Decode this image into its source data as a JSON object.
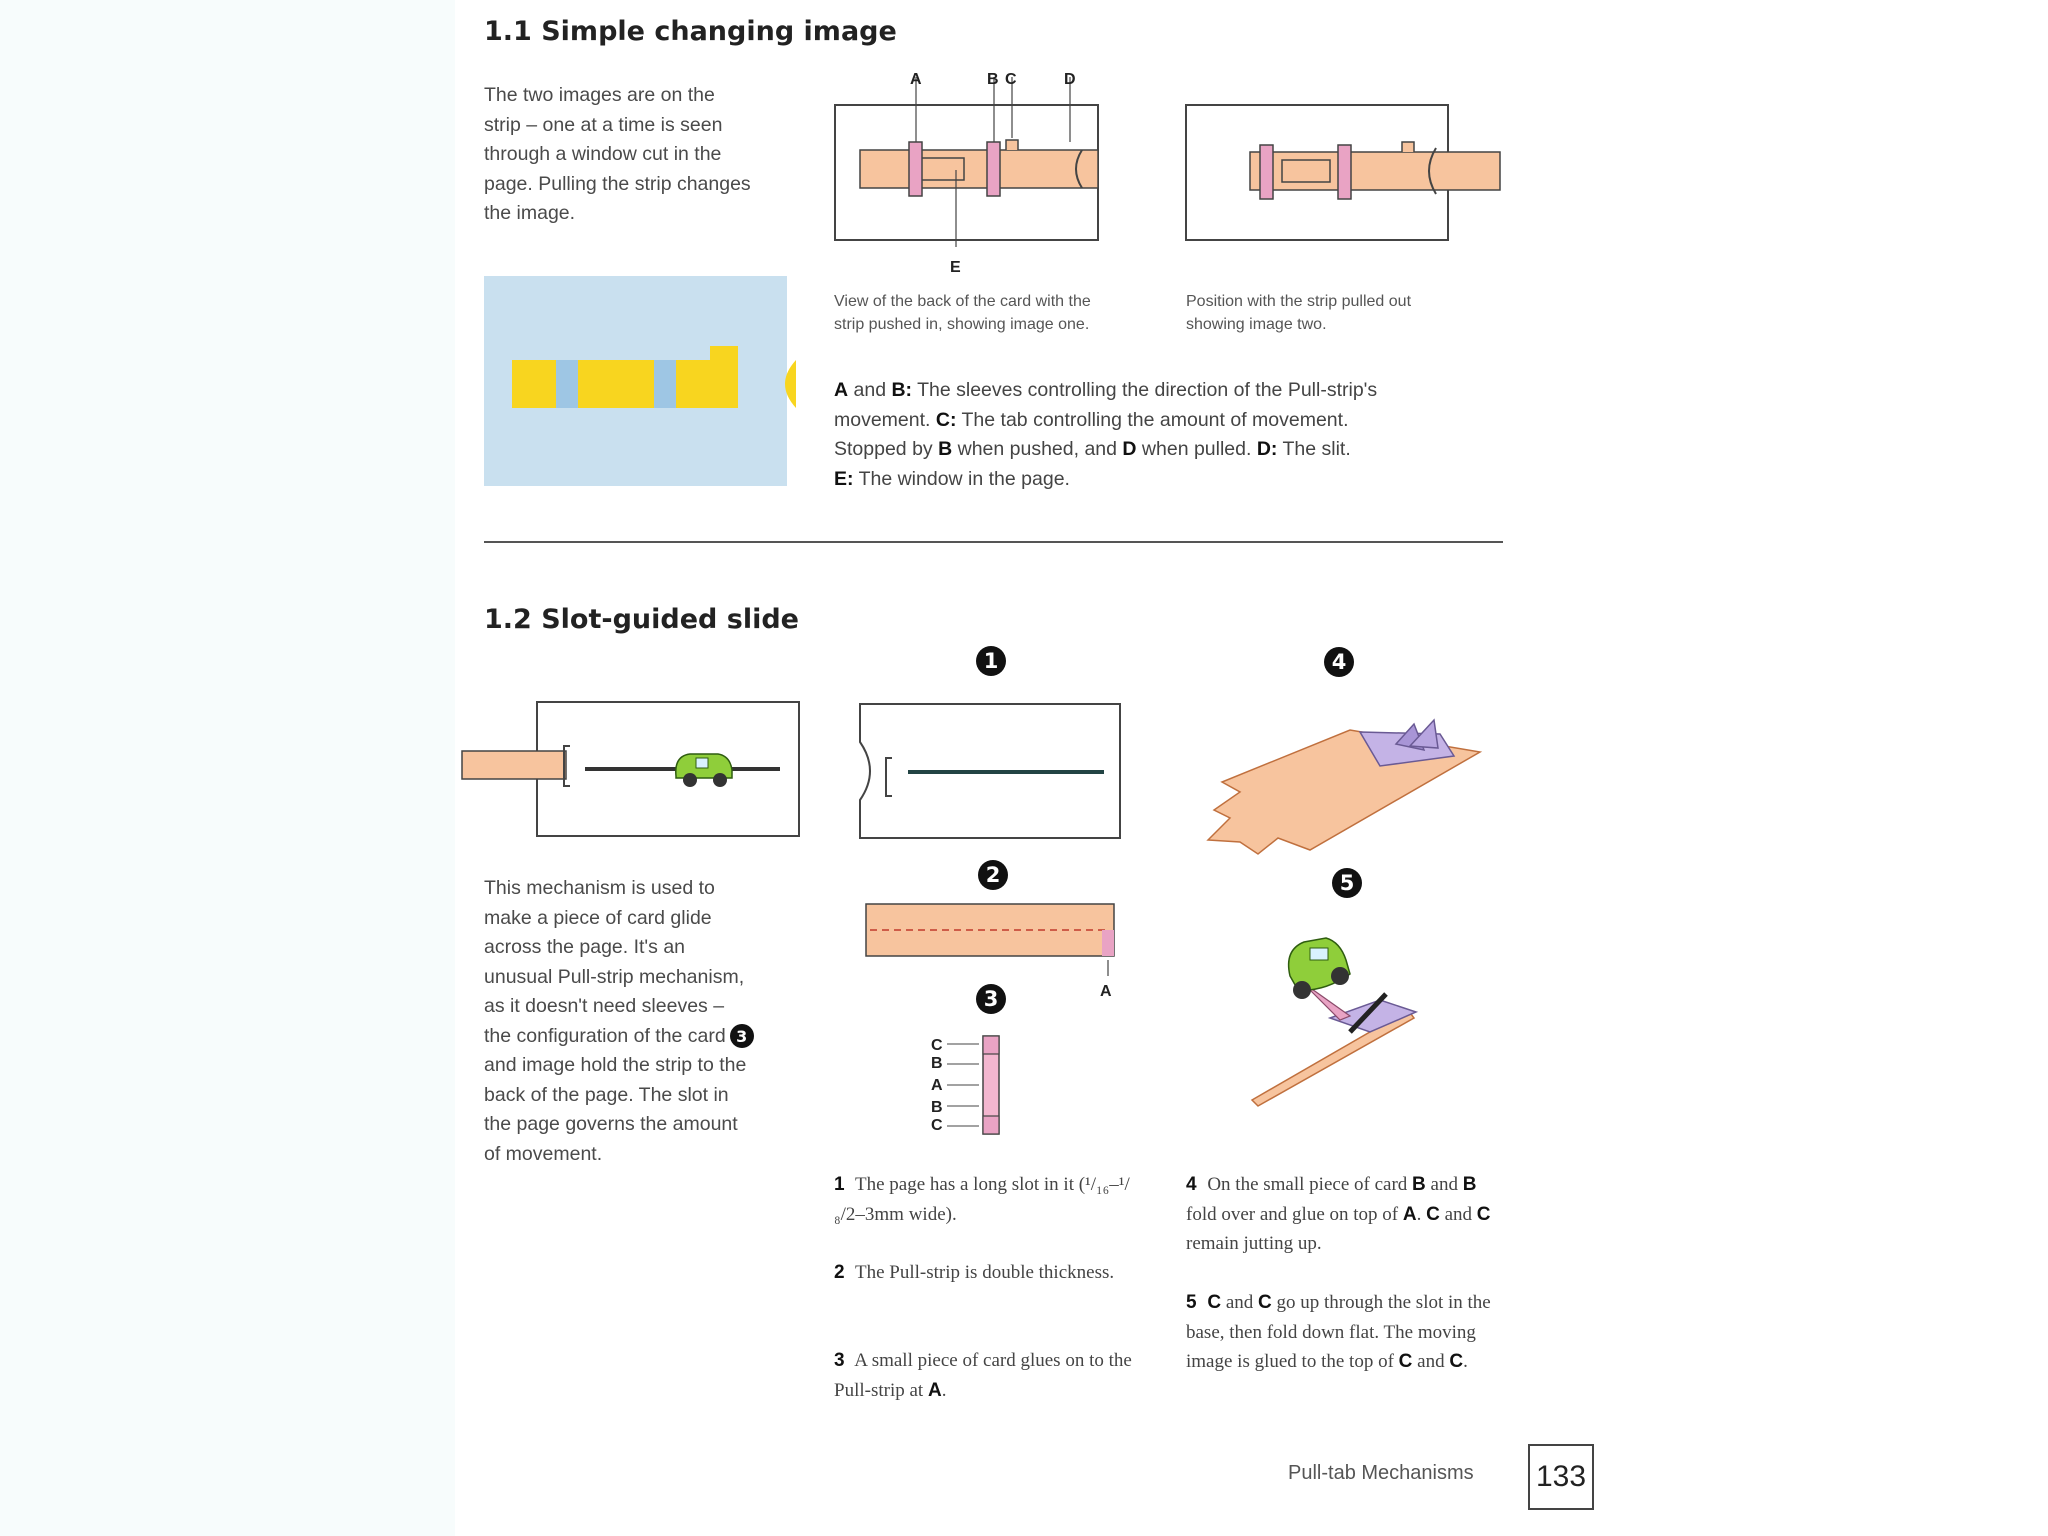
{
  "section1": {
    "heading": "1.1 Simple changing image",
    "intro": "The two images are on the\nstrip – one at a time is seen\nthrough a window cut in the\npage. Pulling the strip changes\nthe image.",
    "caption_left": "View of the back of the card with the\nstrip pushed in, showing image one.",
    "caption_right": "Position with the strip pulled out\nshowing image two.",
    "diagram_labels": [
      "A",
      "B",
      "C",
      "D",
      "E"
    ],
    "legend": [
      {
        "key": "A",
        "text": " and "
      },
      {
        "key": "B:",
        "text": " The sleeves controlling the direction of the Pull-strip's movement. "
      },
      {
        "key": "C:",
        "text": " The tab controlling the amount of movement. Stopped by "
      },
      {
        "key": "B",
        "text": " when pushed, and "
      },
      {
        "key": "D",
        "text": " when pulled.  "
      },
      {
        "key": "D:",
        "text": " The slit. "
      },
      {
        "key": "E:",
        "text": " The window in the page."
      }
    ]
  },
  "section2": {
    "heading": "1.2 Slot-guided slide",
    "intro": "This mechanism is used to\nmake a piece of card glide\nacross the page. It's an\nunusual Pull-strip mechanism,\nas it doesn't need sleeves –\nthe configuration of the card",
    "intro_num": "3",
    "intro_rest": "and image hold the strip to the\nback of the page. The slot in\nthe page governs the amount\nof movement.",
    "step_numbers": [
      "1",
      "2",
      "3",
      "4",
      "5"
    ],
    "label_A": "A",
    "stack_labels": [
      "C",
      "B",
      "A",
      "B",
      "C"
    ],
    "steps_left": [
      {
        "num": "1",
        "text": "The page has a long slot in it (¹/₁₆–¹/₈/2–3mm wide)."
      },
      {
        "num": "2",
        "text": "The Pull-strip is double thickness."
      },
      {
        "num": "3",
        "text": "A small piece of card glues on to the Pull-strip at ",
        "key": "A",
        "tail": "."
      }
    ],
    "steps_right": [
      {
        "num": "4",
        "html_parts": [
          "On the small piece of card ",
          "B",
          " and ",
          "B",
          " fold over and glue on top of ",
          "A",
          ". ",
          "C",
          " and ",
          "C",
          " remain jutting up."
        ]
      },
      {
        "num": "5",
        "html_parts": [
          "",
          "C",
          " and ",
          "C",
          " go up through the slot in the base, then fold down flat. The moving image is glued to the top of ",
          "C",
          " and ",
          "C",
          "."
        ]
      }
    ]
  },
  "footer": {
    "section_title": "Pull-tab Mechanisms",
    "page_number": "133"
  },
  "colors": {
    "strip": "#f7c49e",
    "sleeve": "#e9a3c4",
    "yellow": "#f8d51f",
    "blue_bg": "#c9e0ef",
    "purple": "#c4b3e6",
    "car": "#8fce3a"
  }
}
